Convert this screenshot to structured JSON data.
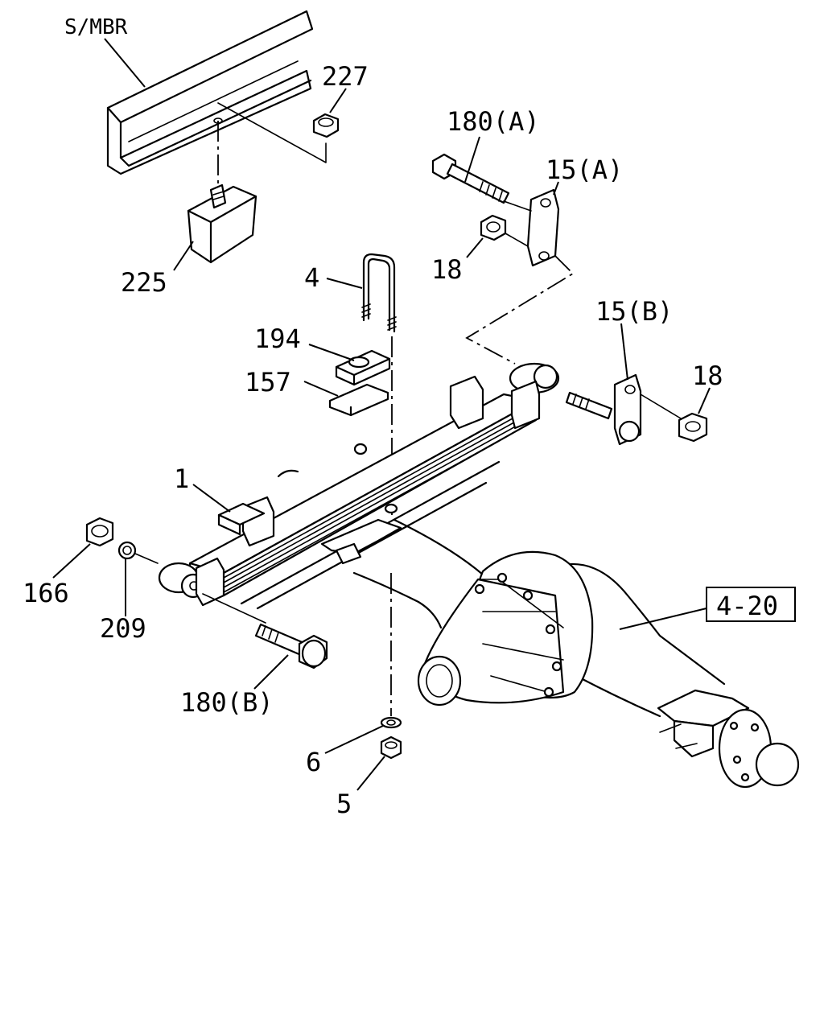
{
  "labels": {
    "smbr": "S/MBR",
    "p227": "227",
    "p180a": "180(A)",
    "p15a": "15(A)",
    "p18a": "18",
    "p225": "225",
    "p4": "4",
    "p194": "194",
    "p157": "157",
    "p15b": "15(B)",
    "p18b": "18",
    "p1": "1",
    "p166": "166",
    "p209": "209",
    "p180b": "180(B)",
    "p6": "6",
    "p5": "5",
    "ref420": "4-20"
  }
}
